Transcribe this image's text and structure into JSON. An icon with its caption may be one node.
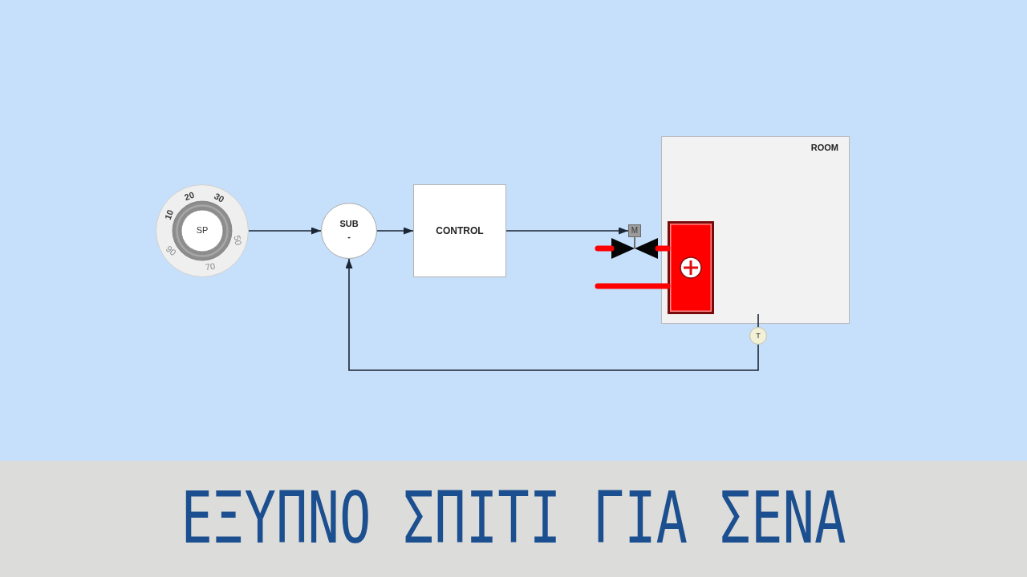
{
  "diagram": {
    "title": "ΕΞΥΠΝΟ ΣΠΙΤΙ ΓΙΑ ΣΕΝΑ",
    "nodes": [
      {
        "text": [
          "SP",
          "10",
          "20",
          "30",
          "50",
          "70",
          "90"
        ]
      },
      {
        "text": [
          "SUB",
          "-"
        ]
      },
      {
        "text": [
          "CONTROL"
        ]
      },
      {
        "text": [
          "M"
        ]
      },
      {
        "text": [],
        "shape": "valve"
      },
      {
        "text": [
          "ROOM"
        ]
      },
      {
        "text": [],
        "shape": "box",
        "in": 5
      },
      {
        "text": [
          "T"
        ]
      }
    ],
    "edges": [
      {
        "from": 0,
        "to": 1,
        "arrow": "to"
      },
      {
        "from": 1,
        "to": 2,
        "arrow": "to"
      },
      {
        "from": 2,
        "to": 3,
        "arrow": "to"
      },
      {
        "from": null,
        "to": 4,
        "arrow": "none",
        "style": "thick",
        "color": "#ff0000"
      },
      {
        "from": 4,
        "to": 6,
        "arrow": "none",
        "style": "thick",
        "color": "#ff0000"
      },
      {
        "from": null,
        "to": 6,
        "arrow": "none",
        "style": "thick",
        "color": "#ff0000"
      },
      {
        "from": 7,
        "to": 5,
        "arrow": "none"
      },
      {
        "from": 7,
        "to": 1,
        "arrow": "to"
      }
    ]
  }
}
